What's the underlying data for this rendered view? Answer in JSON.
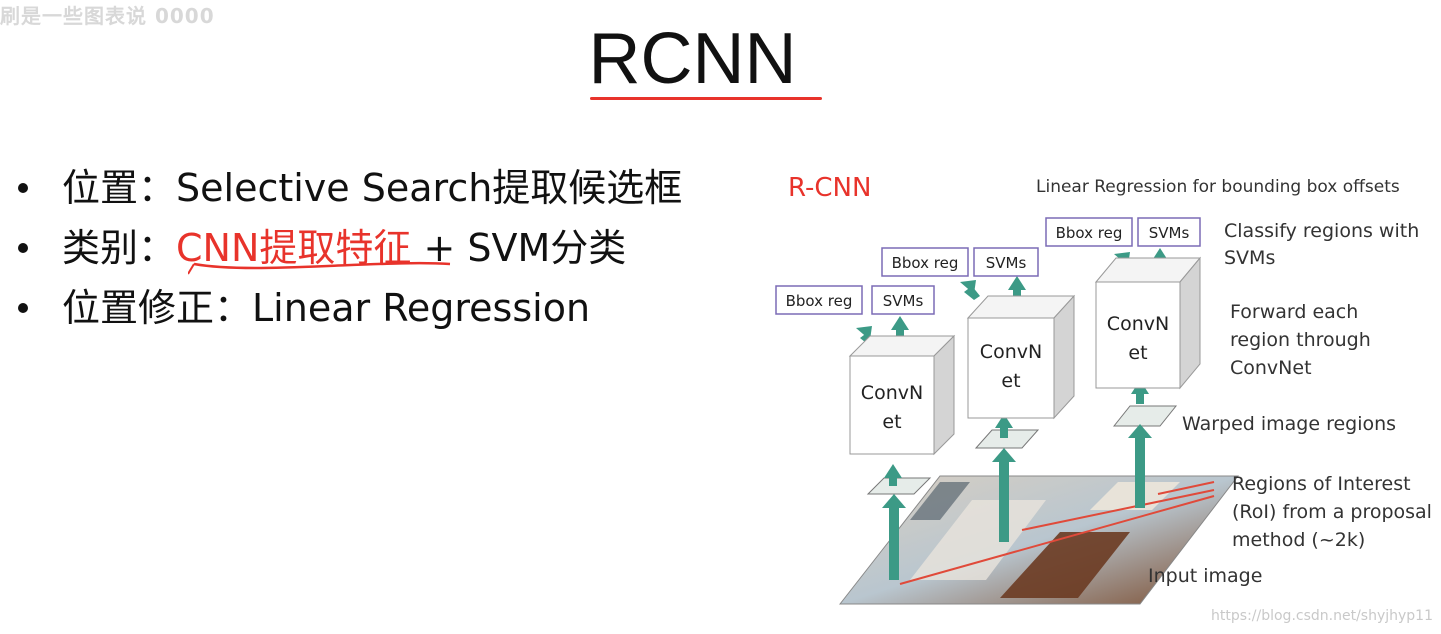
{
  "top_mark": "刷是一些图表说 0000",
  "title": "RCNN",
  "bullets": [
    {
      "label": "位置：",
      "text": "Selective Search提取候选框",
      "highlight": ""
    },
    {
      "label": "类别：",
      "highlight": "CNN提取特征",
      "text": " + SVM分类"
    },
    {
      "label": "位置修正：",
      "text": "Linear Regression",
      "highlight": ""
    }
  ],
  "diagram": {
    "name": "R-CNN",
    "annotations": {
      "linear_regression": "Linear Regression for bounding box offsets",
      "classify_1": "Classify regions with",
      "classify_2": "SVMs",
      "forward_1": "Forward each",
      "forward_2": "region through",
      "forward_3": "ConvNet",
      "warped": "Warped image regions",
      "roi_1": "Regions of Interest",
      "roi_2": "(RoI) from a proposal",
      "roi_3": "method (~2k)",
      "input": "Input image"
    },
    "bbox_label": "Bbox reg",
    "svm_label": "SVMs",
    "convnet_line1": "ConvN",
    "convnet_line2": "et"
  },
  "watermark": "https://blog.csdn.net/shyjhyp11",
  "colors": {
    "accent_red": "#e8332b",
    "arrow_teal": "#3c9a86",
    "box_purple": "#7b6bb5"
  }
}
